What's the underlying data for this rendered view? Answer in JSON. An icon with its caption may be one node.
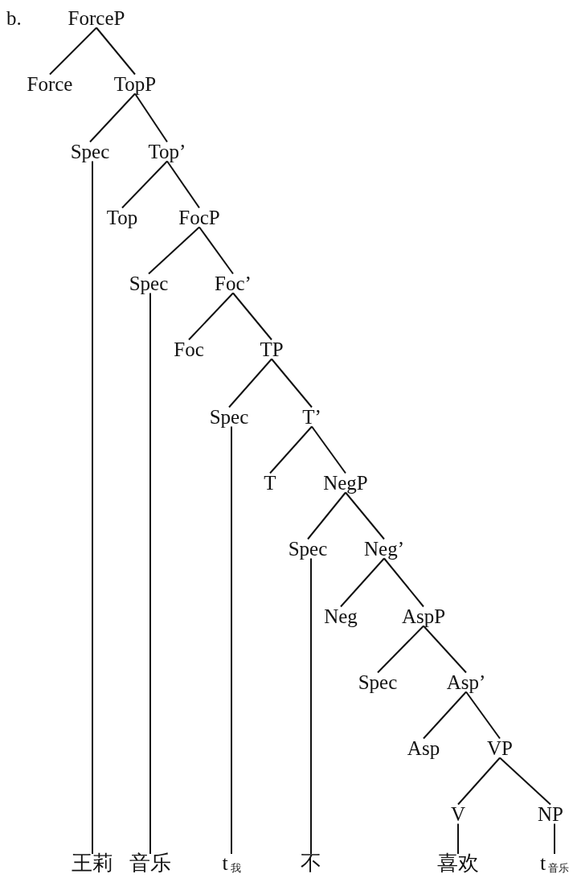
{
  "diagram": {
    "nodes": [
      {
        "text": [
          "ForceP"
        ]
      },
      {
        "text": [
          "Force"
        ]
      },
      {
        "text": [
          "TopP"
        ]
      },
      {
        "text": [
          "Spec"
        ]
      },
      {
        "text": [
          "Top’"
        ]
      },
      {
        "text": [
          "Top"
        ]
      },
      {
        "text": [
          "FocP"
        ]
      },
      {
        "text": [
          "Spec"
        ]
      },
      {
        "text": [
          "Foc’"
        ]
      },
      {
        "text": [
          "Foc"
        ]
      },
      {
        "text": [
          "TP"
        ]
      },
      {
        "text": [
          "Spec"
        ]
      },
      {
        "text": [
          "T’"
        ]
      },
      {
        "text": [
          "T"
        ]
      },
      {
        "text": [
          "NegP"
        ]
      },
      {
        "text": [
          "Spec"
        ]
      },
      {
        "text": [
          "Neg’"
        ]
      },
      {
        "text": [
          "Neg"
        ]
      },
      {
        "text": [
          "AspP"
        ]
      },
      {
        "text": [
          "Spec"
        ]
      },
      {
        "text": [
          "Asp’"
        ]
      },
      {
        "text": [
          "Asp"
        ]
      },
      {
        "text": [
          "VP"
        ]
      },
      {
        "text": [
          "V"
        ]
      },
      {
        "text": [
          "NP"
        ]
      },
      {
        "text": [
          "王莉"
        ]
      },
      {
        "text": [
          "音乐"
        ]
      },
      {
        "text": [
          "t$_{我}$"
        ]
      },
      {
        "text": [
          "不"
        ]
      },
      {
        "text": [
          "喜欢"
        ]
      },
      {
        "text": [
          "t$_{音乐}$"
        ]
      }
    ],
    "edges": [
      {
        "from": 0,
        "to": 1,
        "arrow": "none"
      },
      {
        "from": 0,
        "to": 2,
        "arrow": "none"
      },
      {
        "from": 2,
        "to": 3,
        "arrow": "none"
      },
      {
        "from": 2,
        "to": 4,
        "arrow": "none"
      },
      {
        "from": 3,
        "to": 25,
        "arrow": "none"
      },
      {
        "from": 4,
        "to": 5,
        "arrow": "none"
      },
      {
        "from": 4,
        "to": 6,
        "arrow": "none"
      },
      {
        "from": 6,
        "to": 7,
        "arrow": "none"
      },
      {
        "from": 6,
        "to": 8,
        "arrow": "none"
      },
      {
        "from": 7,
        "to": 26,
        "arrow": "none"
      },
      {
        "from": 8,
        "to": 9,
        "arrow": "none"
      },
      {
        "from": 8,
        "to": 10,
        "arrow": "none"
      },
      {
        "from": 10,
        "to": 11,
        "arrow": "none"
      },
      {
        "from": 10,
        "to": 12,
        "arrow": "none"
      },
      {
        "from": 11,
        "to": 27,
        "arrow": "none"
      },
      {
        "from": 12,
        "to": 13,
        "arrow": "none"
      },
      {
        "from": 12,
        "to": 14,
        "arrow": "none"
      },
      {
        "from": 14,
        "to": 15,
        "arrow": "none"
      },
      {
        "from": 14,
        "to": 16,
        "arrow": "none"
      },
      {
        "from": 15,
        "to": 28,
        "arrow": "none"
      },
      {
        "from": 16,
        "to": 17,
        "arrow": "none"
      },
      {
        "from": 16,
        "to": 18,
        "arrow": "none"
      },
      {
        "from": 18,
        "to": 19,
        "arrow": "none"
      },
      {
        "from": 18,
        "to": 20,
        "arrow": "none"
      },
      {
        "from": 20,
        "to": 21,
        "arrow": "none"
      },
      {
        "from": 20,
        "to": 22,
        "arrow": "none"
      },
      {
        "from": 22,
        "to": 23,
        "arrow": "none"
      },
      {
        "from": 22,
        "to": 24,
        "arrow": "none"
      },
      {
        "from": 23,
        "to": 29,
        "arrow": "none"
      },
      {
        "from": 24,
        "to": 30,
        "arrow": "none"
      }
    ],
    "labels": [
      "b."
    ]
  }
}
